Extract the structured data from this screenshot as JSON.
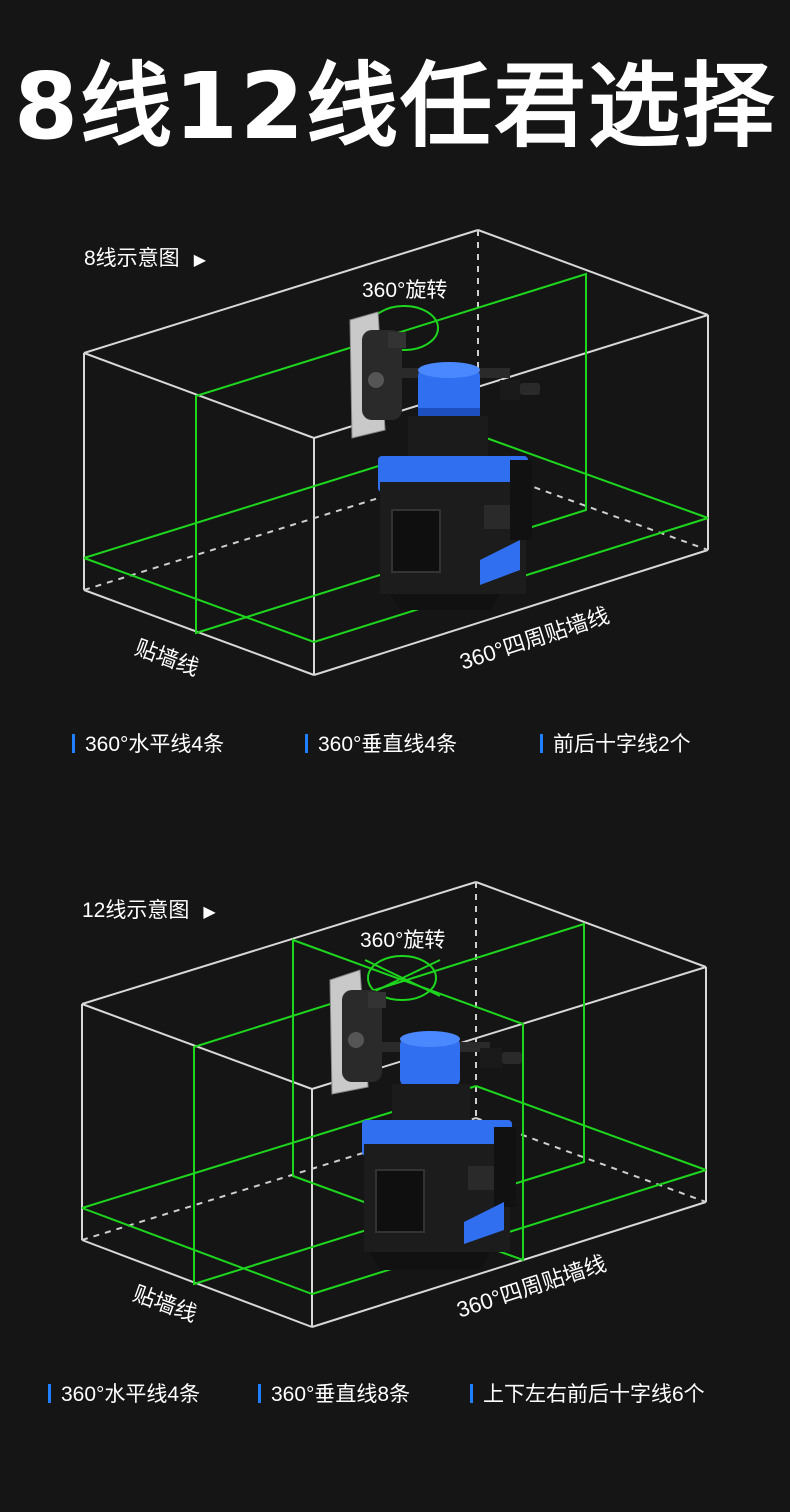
{
  "title": "8线12线任君选择",
  "colors": {
    "background": "#151515",
    "laser": "#1dd61d",
    "accent": "#1f7fff",
    "device_blue": "#2f6ff0"
  },
  "sections": [
    {
      "label": "8线示意图",
      "rotate_caption": "360°旋转",
      "wall_caption": "贴墙线",
      "perimeter_caption": "360°四周贴墙线",
      "features": [
        "360°水平线4条",
        "360°垂直线4条",
        "前后十字线2个"
      ]
    },
    {
      "label": "12线示意图",
      "rotate_caption": "360°旋转",
      "wall_caption": "贴墙线",
      "perimeter_caption": "360°四周贴墙线",
      "features": [
        "360°水平线4条",
        "360°垂直线8条",
        "上下左右前后十字线6个"
      ]
    }
  ],
  "icons": {
    "play": "play-triangle-icon"
  }
}
